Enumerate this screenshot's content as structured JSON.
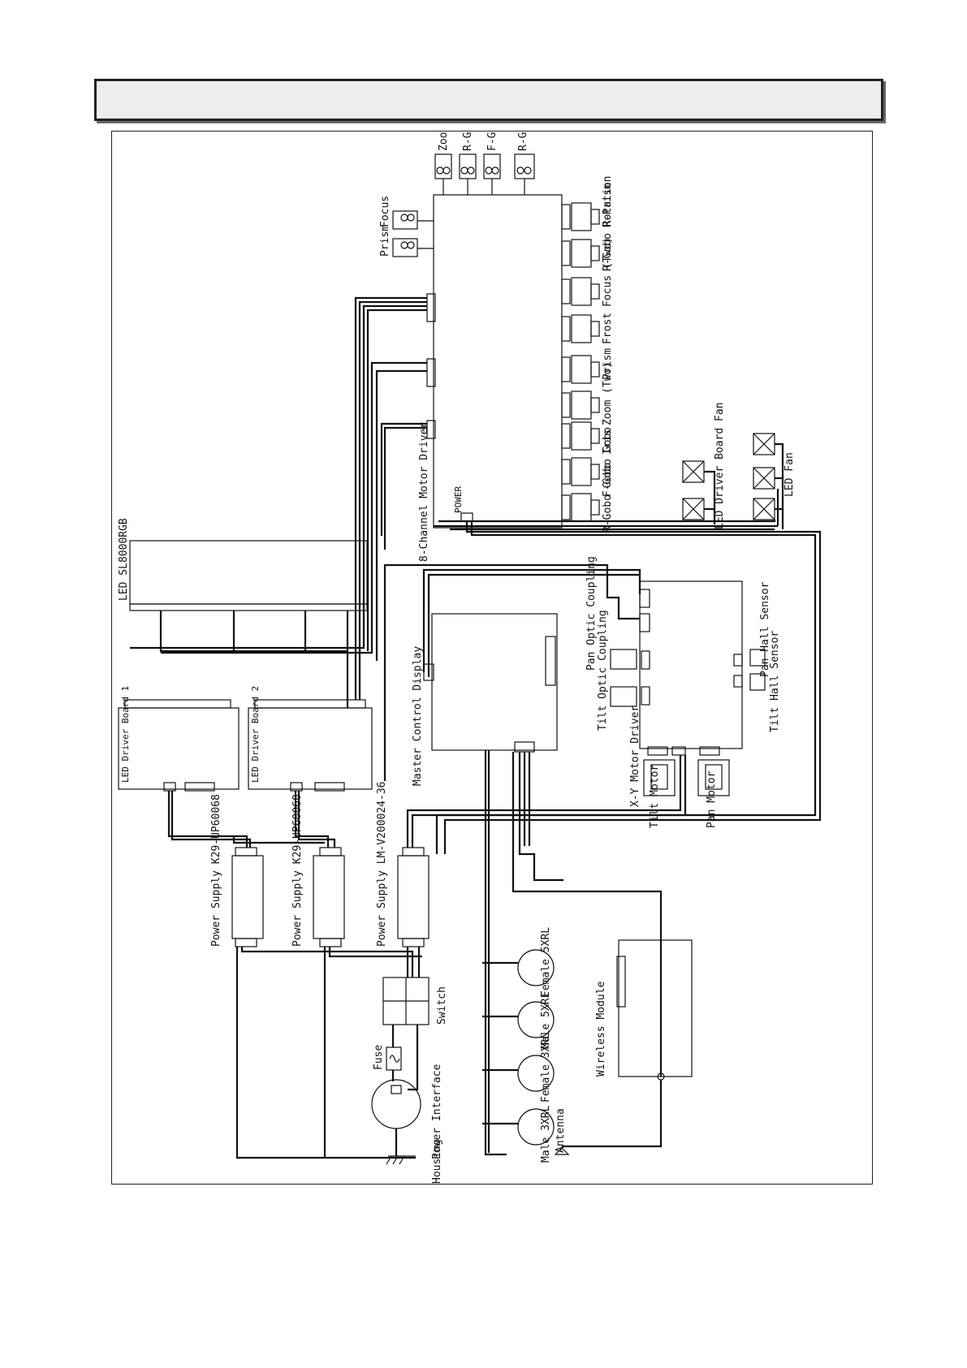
{
  "header": {
    "title": ""
  },
  "labels": {
    "zoom_gobo": "Zoom",
    "r_gobo_gobo_top": "R-Gobo Gobo",
    "f_gobo_top": "F-Gobo",
    "r_gobo_rotation_top": "R-Gobo Rotation",
    "prism": "Prism",
    "focus": "Focus",
    "motor_driver_title": "8-Channel Motor Driver",
    "power": "POWER",
    "m_r_prism": "R-Prism",
    "m_r_gobo_rotation": "R-Gobo Rotation",
    "m_focus_two": "Focus (Two)",
    "m_frost": "Frost",
    "m_prism": "Prism",
    "m_zoom_two": "Zoom (Two)",
    "m_iris": "Iris",
    "m_f_gobo_gobo": "F-Gobo Gobo",
    "m_r_gobo_gobo": "R-Gobo Gobo",
    "led_board_fan": "LED Driver Board Fan",
    "led_fan": "LED Fan",
    "led_sl8000rgb": "LED SL8000RGB",
    "led_driver_board_1": "LED Driver Board 1",
    "led_driver_board_2": "LED Driver Board 2",
    "master_control_display": "Master Control Display",
    "xy_motor_driver": "X-Y Motor Driver",
    "tilt_optic_coupling": "Tilt Optic Coupling",
    "pan_optic_coupling": "Pan Optic Coupling",
    "tilt_hall_sensor": "Tilt Hall Sensor",
    "pan_hall_sensor": "Pan Hall Sensor",
    "tilt_motor": "Tilt Motor",
    "pan_motor": "Pan Motor",
    "psu1": "Power Supply K29-UP60068",
    "psu2": "Power Supply K29-UP60068",
    "psu3": "Power Supply LM-V200024-36",
    "switch": "Switch",
    "fuse": "Fuse",
    "power_interface": "Power Interface",
    "housing": "Housing",
    "antenna": "Antenna",
    "male_3xrl_1": "Male 3XRL",
    "female_3xrl_1": "Female 3XRL",
    "male_5xrl": "Male 5XRL",
    "female_5xrl": "Female 5XRL",
    "wireless_module": "Wireless Module"
  },
  "colors": {
    "line": "#111111",
    "frame": "#222222",
    "header_fill": "#ededed"
  }
}
